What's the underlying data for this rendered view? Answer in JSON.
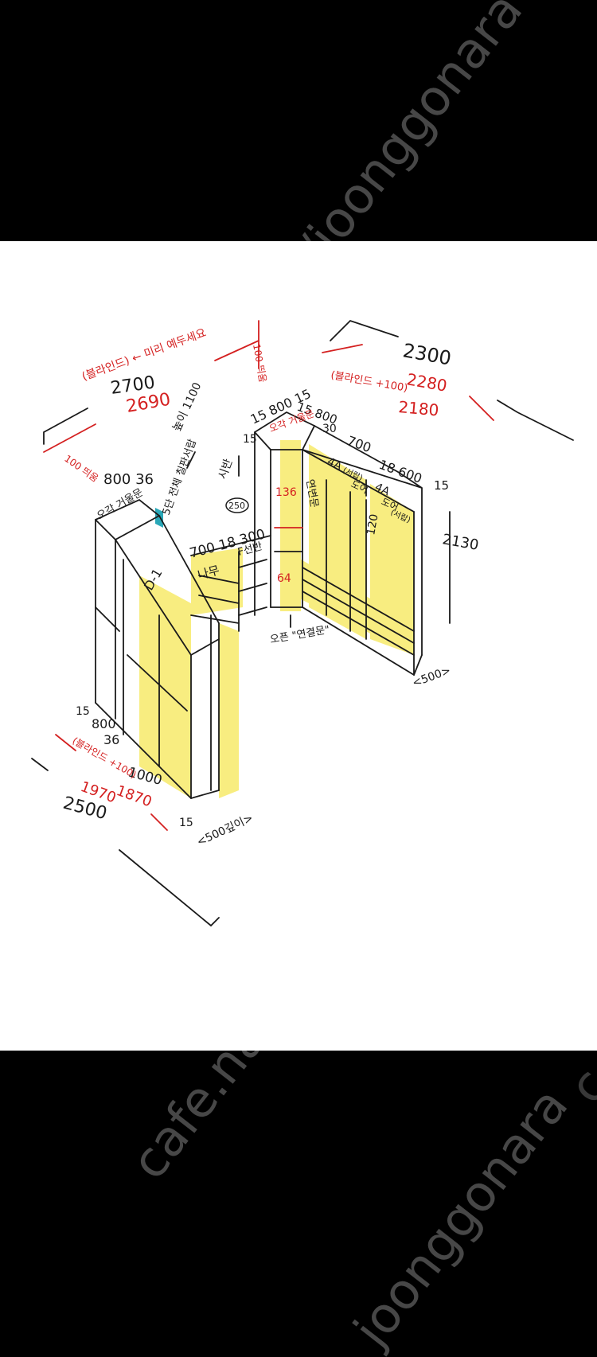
{
  "watermarks": {
    "top": "/joonggonara",
    "bottom_left": "cafe.naver",
    "bottom_right": "joonggonara",
    "bottom_edge": "c"
  },
  "annotations": {
    "left_note_red": "(블라인드) ← 미리 예두세요",
    "dim_2700": "2700",
    "dim_2690": "2690",
    "top_gap": "100 띄움",
    "left_gap": "100 띄움",
    "left_top_dims": "800 36",
    "left_box_label": "오각 거울문",
    "height_note": "높이 1100",
    "five_tier": "5단 전체 칠판서랍",
    "shelf_note": "시반",
    "shelf_250": "250",
    "dims_700_18_300": "700 18 300",
    "label_namu": "나무",
    "label_fshelf": "F선반",
    "label_d1": "D-1",
    "mid_top_dims": "15 800 15",
    "mid_15_800": "15 800",
    "dim_30": "30",
    "dim_700": "700",
    "mid_box_label": "오각 거울문",
    "dim_15_left": "15",
    "vertical_text": "연변문",
    "dim_136": "136",
    "dim_64": "64",
    "open_note": "오픈 \"연결문\"",
    "label_4a_1": "4A",
    "label_4a_1_sub": "(서랍)",
    "label_4a_1_door": "도어",
    "label_4a_2": "4A",
    "label_4a_2_door": "도어",
    "label_4a_2_sub": "(서랍)",
    "dim_18_600": "18 600",
    "dim_15_right": "15",
    "dim_2300": "2300",
    "right_blind": "(블라인드 +100)",
    "dim_2280": "2280",
    "dim_2180": "2180",
    "dim_120": "120",
    "dim_2130": "2130",
    "dim_500_right": "<500>",
    "bl_15": "15",
    "bl_800": "800",
    "bl_36": "36",
    "bl_blind": "(블라인드 +100)",
    "bl_1000": "1000",
    "bl_1970": "1970",
    "bl_1870": "1870",
    "bl_2500": "2500",
    "bl_15b": "15",
    "bl_500": "<500깊이>"
  },
  "colors": {
    "ink": "#1a1a1a",
    "red": "#d42020",
    "highlight": "#f7ea6a",
    "teal": "#2aa8b8"
  }
}
